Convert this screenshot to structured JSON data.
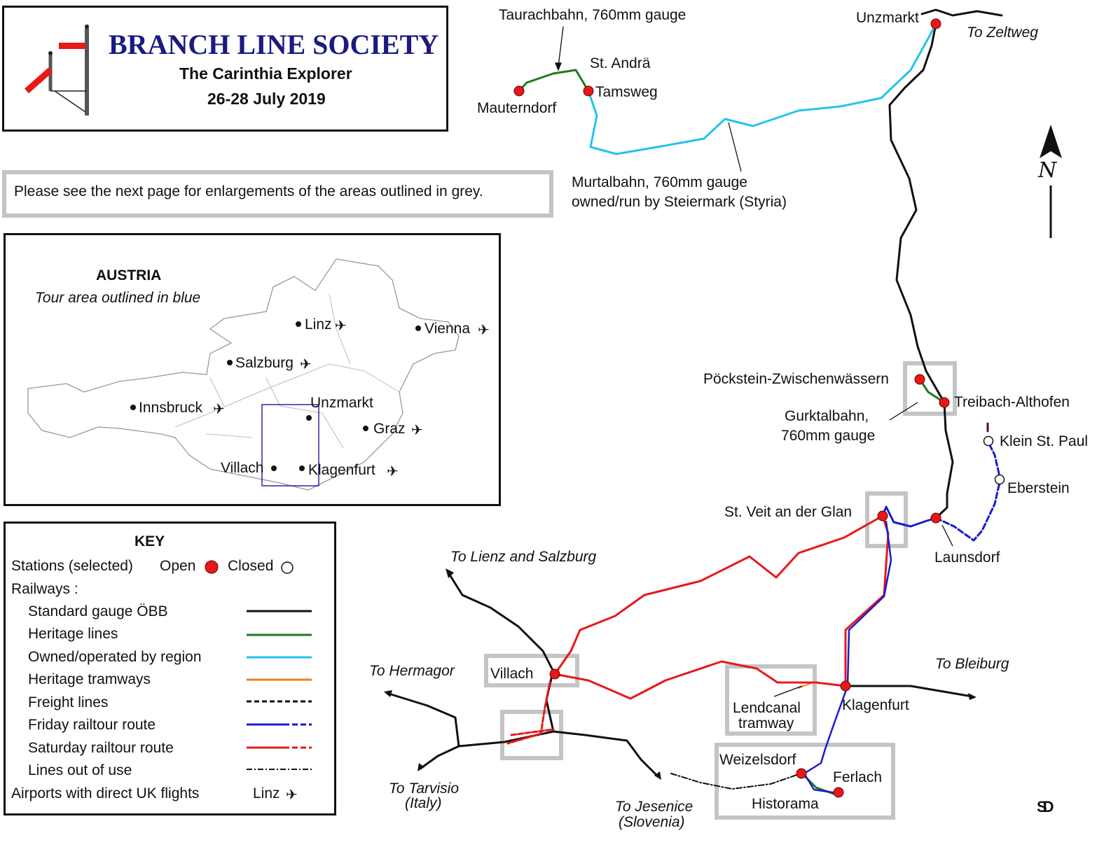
{
  "header": {
    "society": "BRANCH LINE SOCIETY",
    "tour_name": "The Carinthia Explorer",
    "dates": "26-28 July 2019"
  },
  "note": "Please see the next page for enlargements of the areas outlined in grey.",
  "inset": {
    "title": "AUSTRIA",
    "subtitle": "Tour area outlined in blue",
    "cities": [
      "Linz",
      "Vienna",
      "Salzburg",
      "Innsbruck",
      "Unzmarkt",
      "Graz",
      "Villach",
      "Klagenfurt"
    ]
  },
  "key": {
    "title": "KEY",
    "stations_label": "Stations (selected)",
    "open_label": "Open",
    "closed_label": "Closed",
    "railways_label": "Railways :",
    "items": [
      {
        "label": "Standard gauge ÖBB",
        "color": "#111111",
        "style": "solid"
      },
      {
        "label": "Heritage lines",
        "color": "#1f7a1f",
        "style": "solid"
      },
      {
        "label": "Owned/operated by region",
        "color": "#22c4ee",
        "style": "solid"
      },
      {
        "label": "Heritage tramways",
        "color": "#f08020",
        "style": "solid"
      },
      {
        "label": "Freight lines",
        "color": "#111111",
        "style": "dashed"
      },
      {
        "label": "Friday railtour route",
        "color": "#1a1ad0",
        "style": "solid-dashed"
      },
      {
        "label": "Saturday railtour route",
        "color": "#e81818",
        "style": "solid-dashed"
      },
      {
        "label": "Lines out of use",
        "color": "#111111",
        "style": "dash-dot"
      }
    ],
    "airports_label": "Airports with direct UK flights",
    "airport_example": "Linz"
  },
  "map": {
    "stations": [
      "Unzmarkt",
      "St. Andrä",
      "Tamsweg",
      "Mauterndorf",
      "Pöckstein-Zwischenwässern",
      "Treibach-Althofen",
      "Klein St. Paul",
      "Eberstein",
      "St. Veit an der Glan",
      "Launsdorf",
      "Villach",
      "Klagenfurt",
      "Weizelsdorf",
      "Ferlach",
      "Historama"
    ],
    "directions": [
      "To Zeltweg",
      "To Lienz and Salzburg",
      "To Hermagor",
      "To Bleiburg",
      "To Tarvisio",
      "(Italy)",
      "To Jesenice",
      "(Slovenia)"
    ],
    "annotations": {
      "taurach": "Taurachbahn, 760mm gauge",
      "murtal1": "Murtalbahn, 760mm gauge",
      "murtal2": "owned/run by Steiermark (Styria)",
      "gurktal1": "Gurktalbahn,",
      "gurktal2": "760mm gauge",
      "lendcanal1": "Lendcanal",
      "lendcanal2": "tramway"
    },
    "north": "N",
    "credit": "SD"
  }
}
